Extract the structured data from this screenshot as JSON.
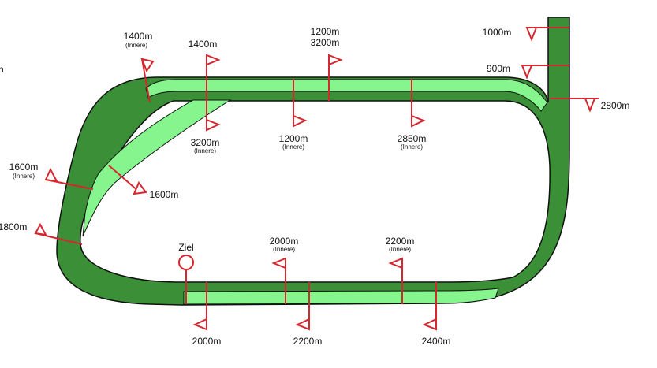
{
  "colors": {
    "track_outer": "#3a8f37",
    "track_inner": "#86f58e",
    "outline": "#111111",
    "marker": "#d6262e",
    "background": "#ffffff"
  },
  "finish": {
    "label": "Ziel"
  },
  "markers": [
    {
      "id": "1400m-inner",
      "label": "1400m",
      "sublabel": "(Innere)"
    },
    {
      "id": "1400m",
      "label": "1400m",
      "sublabel": ""
    },
    {
      "id": "1200m-3200m-top",
      "label": "1200m",
      "label2": "3200m"
    },
    {
      "id": "1000m",
      "label": "1000m"
    },
    {
      "id": "900m",
      "label": "900m"
    },
    {
      "id": "2800m",
      "label": "2800m"
    },
    {
      "id": "3200m-inner",
      "label": "3200m",
      "sublabel": "(Innere)"
    },
    {
      "id": "1200m-inner",
      "label": "1200m",
      "sublabel": "(Innere)"
    },
    {
      "id": "2850m-inner",
      "label": "2850m",
      "sublabel": "(Innere)"
    },
    {
      "id": "1600m-inner",
      "label": "1600m",
      "sublabel": "(Innere)"
    },
    {
      "id": "1600m",
      "label": "1600m"
    },
    {
      "id": "1800m",
      "label": "1800m"
    },
    {
      "id": "2000m-inner",
      "label": "2000m",
      "sublabel": "(Innere)"
    },
    {
      "id": "2200m-inner",
      "label": "2200m",
      "sublabel": "(Innere)"
    },
    {
      "id": "2000m",
      "label": "2000m"
    },
    {
      "id": "2200m",
      "label": "2200m"
    },
    {
      "id": "2400m",
      "label": "2400m"
    }
  ],
  "edge_fragment": "n"
}
